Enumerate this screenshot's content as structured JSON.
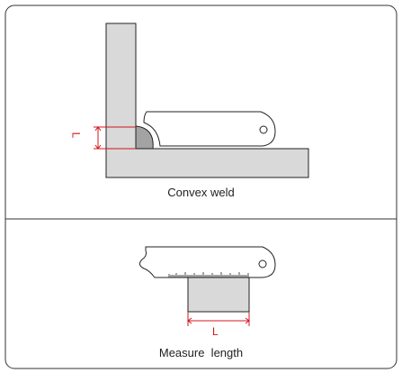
{
  "panels": {
    "top": {
      "caption": "Convex weld",
      "dimension_label": "L"
    },
    "bottom": {
      "caption": "Measure  length",
      "dimension_label": "L"
    }
  },
  "colors": {
    "steel_fill": "#d9d9d9",
    "weld_fill": "#a3a3a3",
    "outline": "#222222",
    "dimension": "#d4141c",
    "frame": "#333333"
  }
}
